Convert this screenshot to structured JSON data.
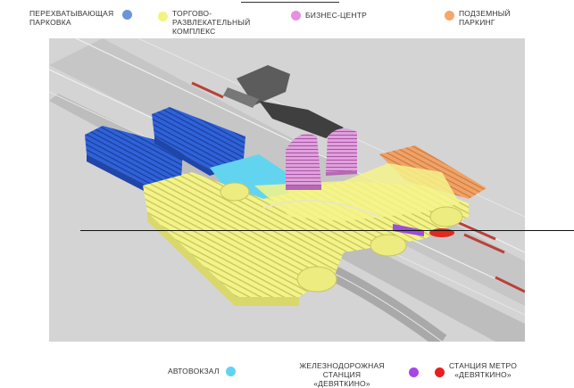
{
  "legend": {
    "park_and_ride": {
      "lines": "ПЕРЕХВАТЫВАЮЩАЯ\nПАРКОВКА",
      "color": "#6a95d6"
    },
    "mall": {
      "lines": "ТОРГОВО-\nРАЗВЛЕКАТЕЛЬНЫЙ\nКОМПЛЕКС",
      "color": "#f3f381"
    },
    "business": {
      "lines": "БИЗНЕС-ЦЕНТР",
      "color": "#e88fe0"
    },
    "underground": {
      "lines": "ПОДЗЕМНЫЙ\nПАРКИНГ",
      "color": "#f5a86c"
    },
    "bus": {
      "lines": "АВТОВОКЗАЛ",
      "color": "#5fd3f2"
    },
    "rail": {
      "lines": "ЖЕЛЕЗНОДОРОЖНАЯ СТАНЦИЯ\n«ДЕВЯТКИНО»",
      "color": "#a646e8"
    },
    "metro": {
      "lines": "СТАНЦИЯ МЕТРО\n«ДЕВЯТКИНО»",
      "color": "#e8201c"
    }
  },
  "colors": {
    "mall": "#f4f38a",
    "mall_dark": "#d9d86a",
    "parking": "#2f62d9",
    "parking_dark": "#1f46a8",
    "bus": "#62d4f0",
    "business": "#d98ad6",
    "business_dark": "#b569b3",
    "underground": "#f1a266",
    "rail": "#9b4de0",
    "metro": "#e1291f",
    "road": "#a9a9a9",
    "ground": "#d4d4d4",
    "building_gray": "#5a5a5a"
  }
}
